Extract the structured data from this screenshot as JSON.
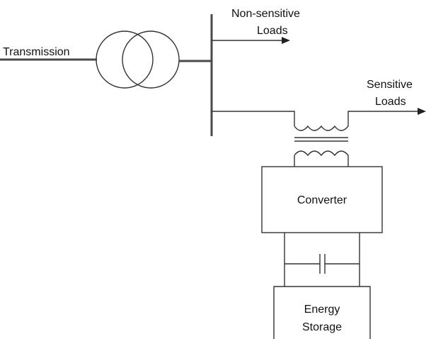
{
  "labels": {
    "transmission": "Transmission",
    "non_sensitive_line1": "Non-sensitive",
    "non_sensitive_line2": "Loads",
    "sensitive_line1": "Sensitive",
    "sensitive_line2": "Loads",
    "converter": "Converter",
    "energy_line1": "Energy",
    "energy_line2": "Storage"
  },
  "colors": {
    "line": "#333333",
    "bus": "#4a4a4a",
    "background": "#ffffff"
  }
}
